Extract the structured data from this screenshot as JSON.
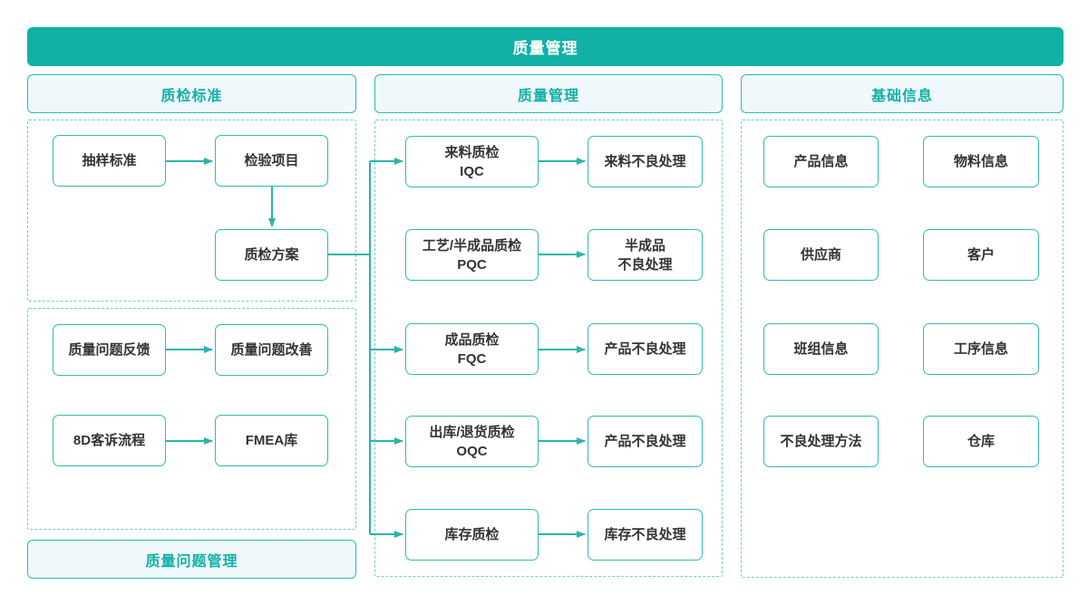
{
  "banner": {
    "title": "质量管理"
  },
  "sections": {
    "left_top": {
      "title": "质检标准"
    },
    "left_bottom": {
      "title": "质量问题管理"
    },
    "middle": {
      "title": "质量管理"
    },
    "right": {
      "title": "基础信息"
    }
  },
  "nodes": {
    "sampling_standard": "抽样标准",
    "inspection_items": "检验项目",
    "inspection_plan": "质检方案",
    "quality_issue_feedback": "质量问题反馈",
    "quality_issue_improvement": "质量问题改善",
    "complaint_8d": "8D客诉流程",
    "fmea_library": "FMEA库",
    "iqc": "来料质检\nIQC",
    "iqc_defect": "来料不良处理",
    "pqc": "工艺/半成品质检\nPQC",
    "pqc_defect": "半成品\n不良处理",
    "fqc": "成品质检\nFQC",
    "fqc_defect": "产品不良处理",
    "oqc": "出库/退货质检\nOQC",
    "oqc_defect": "产品不良处理",
    "stock_qc": "库存质检",
    "stock_defect": "库存不良处理",
    "product_info": "产品信息",
    "material_info": "物料信息",
    "supplier": "供应商",
    "customer": "客户",
    "team_info": "班组信息",
    "process_info": "工序信息",
    "defect_handling_method": "不良处理方法",
    "warehouse": "仓库"
  },
  "edges": [
    {
      "from": "抽样标准",
      "to": "检验项目"
    },
    {
      "from": "检验项目",
      "to": "质检方案"
    },
    {
      "from": "质检方案",
      "to": "来料质检 IQC"
    },
    {
      "from": "质检方案",
      "to": "成品质检 FQC"
    },
    {
      "from": "质检方案",
      "to": "出库/退货质检 OQC"
    },
    {
      "from": "质检方案",
      "to": "库存质检"
    },
    {
      "from": "来料质检 IQC",
      "to": "来料不良处理"
    },
    {
      "from": "工艺/半成品质检 PQC",
      "to": "半成品不良处理"
    },
    {
      "from": "成品质检 FQC",
      "to": "产品不良处理"
    },
    {
      "from": "出库/退货质检 OQC",
      "to": "产品不良处理"
    },
    {
      "from": "库存质检",
      "to": "库存不良处理"
    },
    {
      "from": "质量问题反馈",
      "to": "质量问题改善"
    },
    {
      "from": "8D客诉流程",
      "to": "FMEA库"
    }
  ],
  "colors": {
    "banner_bg": "#11B1A6",
    "node_border": "#2EBCB0",
    "dashed_border": "#6FCFC6",
    "header_bg": "#EFF8FB",
    "header_text": "#13B0A5",
    "node_text": "#333333",
    "connector": "#2AB5AA"
  }
}
